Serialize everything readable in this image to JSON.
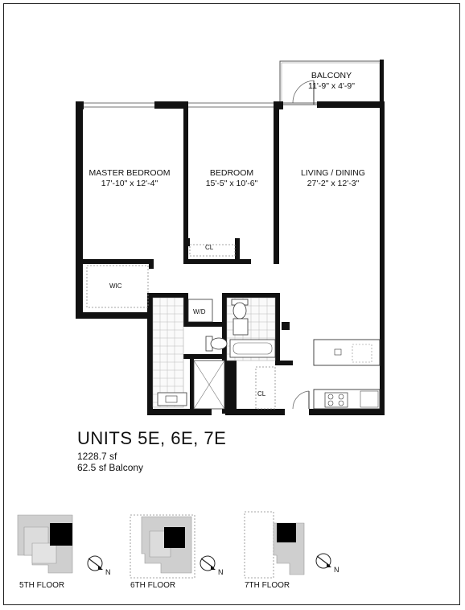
{
  "rooms": {
    "balcony": {
      "name": "BALCONY",
      "dims": "11'-9\" x 4'-9\""
    },
    "master_bedroom": {
      "name": "MASTER BEDROOM",
      "dims": "17'-10\" x 12'-4\""
    },
    "bedroom": {
      "name": "BEDROOM",
      "dims": "15'-5\" x 10'-6\""
    },
    "living_dining": {
      "name": "LIVING / DINING",
      "dims": "27'-2\" x 12'-3\""
    },
    "wic": "WIC",
    "closet_bedroom": "CL",
    "closet_entry": "CL",
    "washer_dryer": "W/D"
  },
  "unit": {
    "title": "UNITS 5E, 6E, 7E",
    "area": "1228.7 sf",
    "balcony_area": "62.5 sf Balcony"
  },
  "key_plans": [
    {
      "label": "5TH FLOOR",
      "compass": "N"
    },
    {
      "label": "6TH FLOOR",
      "compass": "N"
    },
    {
      "label": "7TH FLOOR",
      "compass": "N"
    }
  ],
  "colors": {
    "wall": "#111111",
    "key_plan_fill": "#c9c9c9",
    "highlight_unit": "#000000"
  }
}
